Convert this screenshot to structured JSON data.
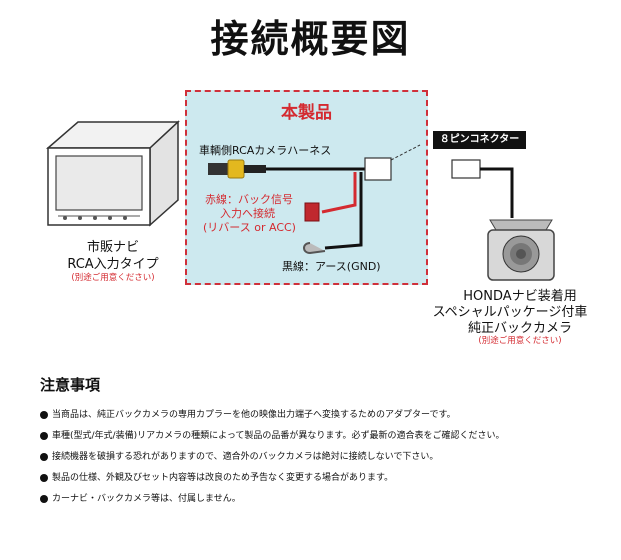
{
  "title": "接続概要図",
  "product": {
    "box_title": "本製品",
    "harness_label": "車輌側RCAカメラハーネス",
    "red_wire_label": [
      "赤線：バック信号",
      "入力へ接続",
      "(リバース or ACC)"
    ],
    "black_wire_label": "黒線：アース(GND)"
  },
  "navi": {
    "caption": [
      "市販ナビ",
      "RCA入力タイプ"
    ],
    "note": "(別途ご用意ください)"
  },
  "camera": {
    "connector_label": "８ピンコネクター",
    "caption": [
      "HONDAナビ装着用",
      "スペシャルパッケージ付車",
      "純正バックカメラ"
    ],
    "note": "(別途ご用意ください)"
  },
  "notes": {
    "title": "注意事項",
    "items": [
      "当商品は、純正バックカメラの専用カプラーを他の映像出力端子へ変換するためのアダプターです。",
      "車種(型式/年式/装備)リアカメラの種類によって製品の品番が異なります。必ず最新の適合表をご確認ください。",
      "接続機器を破損する恐れがありますので、適合外のバックカメラは絶対に接続しないで下さい。",
      "製品の仕様、外観及びセット内容等は改良のため予告なく変更する場合があります。",
      "カーナビ・バックカメラ等は、付属しません。"
    ]
  },
  "colors": {
    "accent_red": "#d42a30",
    "box_bg": "#cde9ef",
    "connector_yellow": "#e3b81f"
  }
}
